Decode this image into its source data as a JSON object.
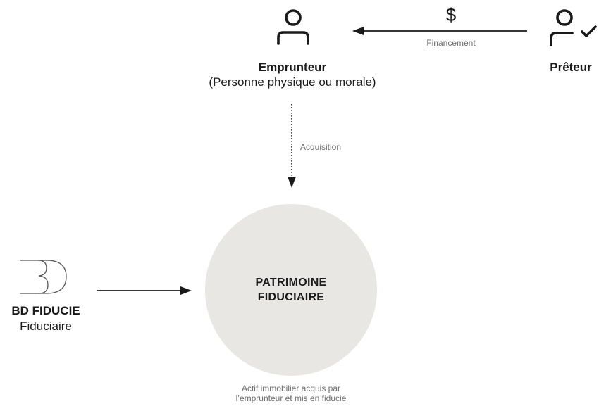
{
  "borrower": {
    "title": "Emprunteur",
    "subtitle": "(Personne physique ou morale)",
    "icon": "person-icon"
  },
  "lender": {
    "title": "Prêteur",
    "icon": "person-check-icon"
  },
  "financing": {
    "symbol": "$",
    "label": "Financement"
  },
  "acquisition": {
    "label": "Acquisition"
  },
  "trust_asset": {
    "title": "PATRIMOINE\nFIDUCIAIRE",
    "description": "Actif immobilier acquis par l’emprunteur et mis en fiducie",
    "fill_color": "#e8e7e4"
  },
  "trustee": {
    "name": "BD FIDUCIE",
    "role": "Fiduciaire",
    "logo": "bd-logo-icon"
  }
}
